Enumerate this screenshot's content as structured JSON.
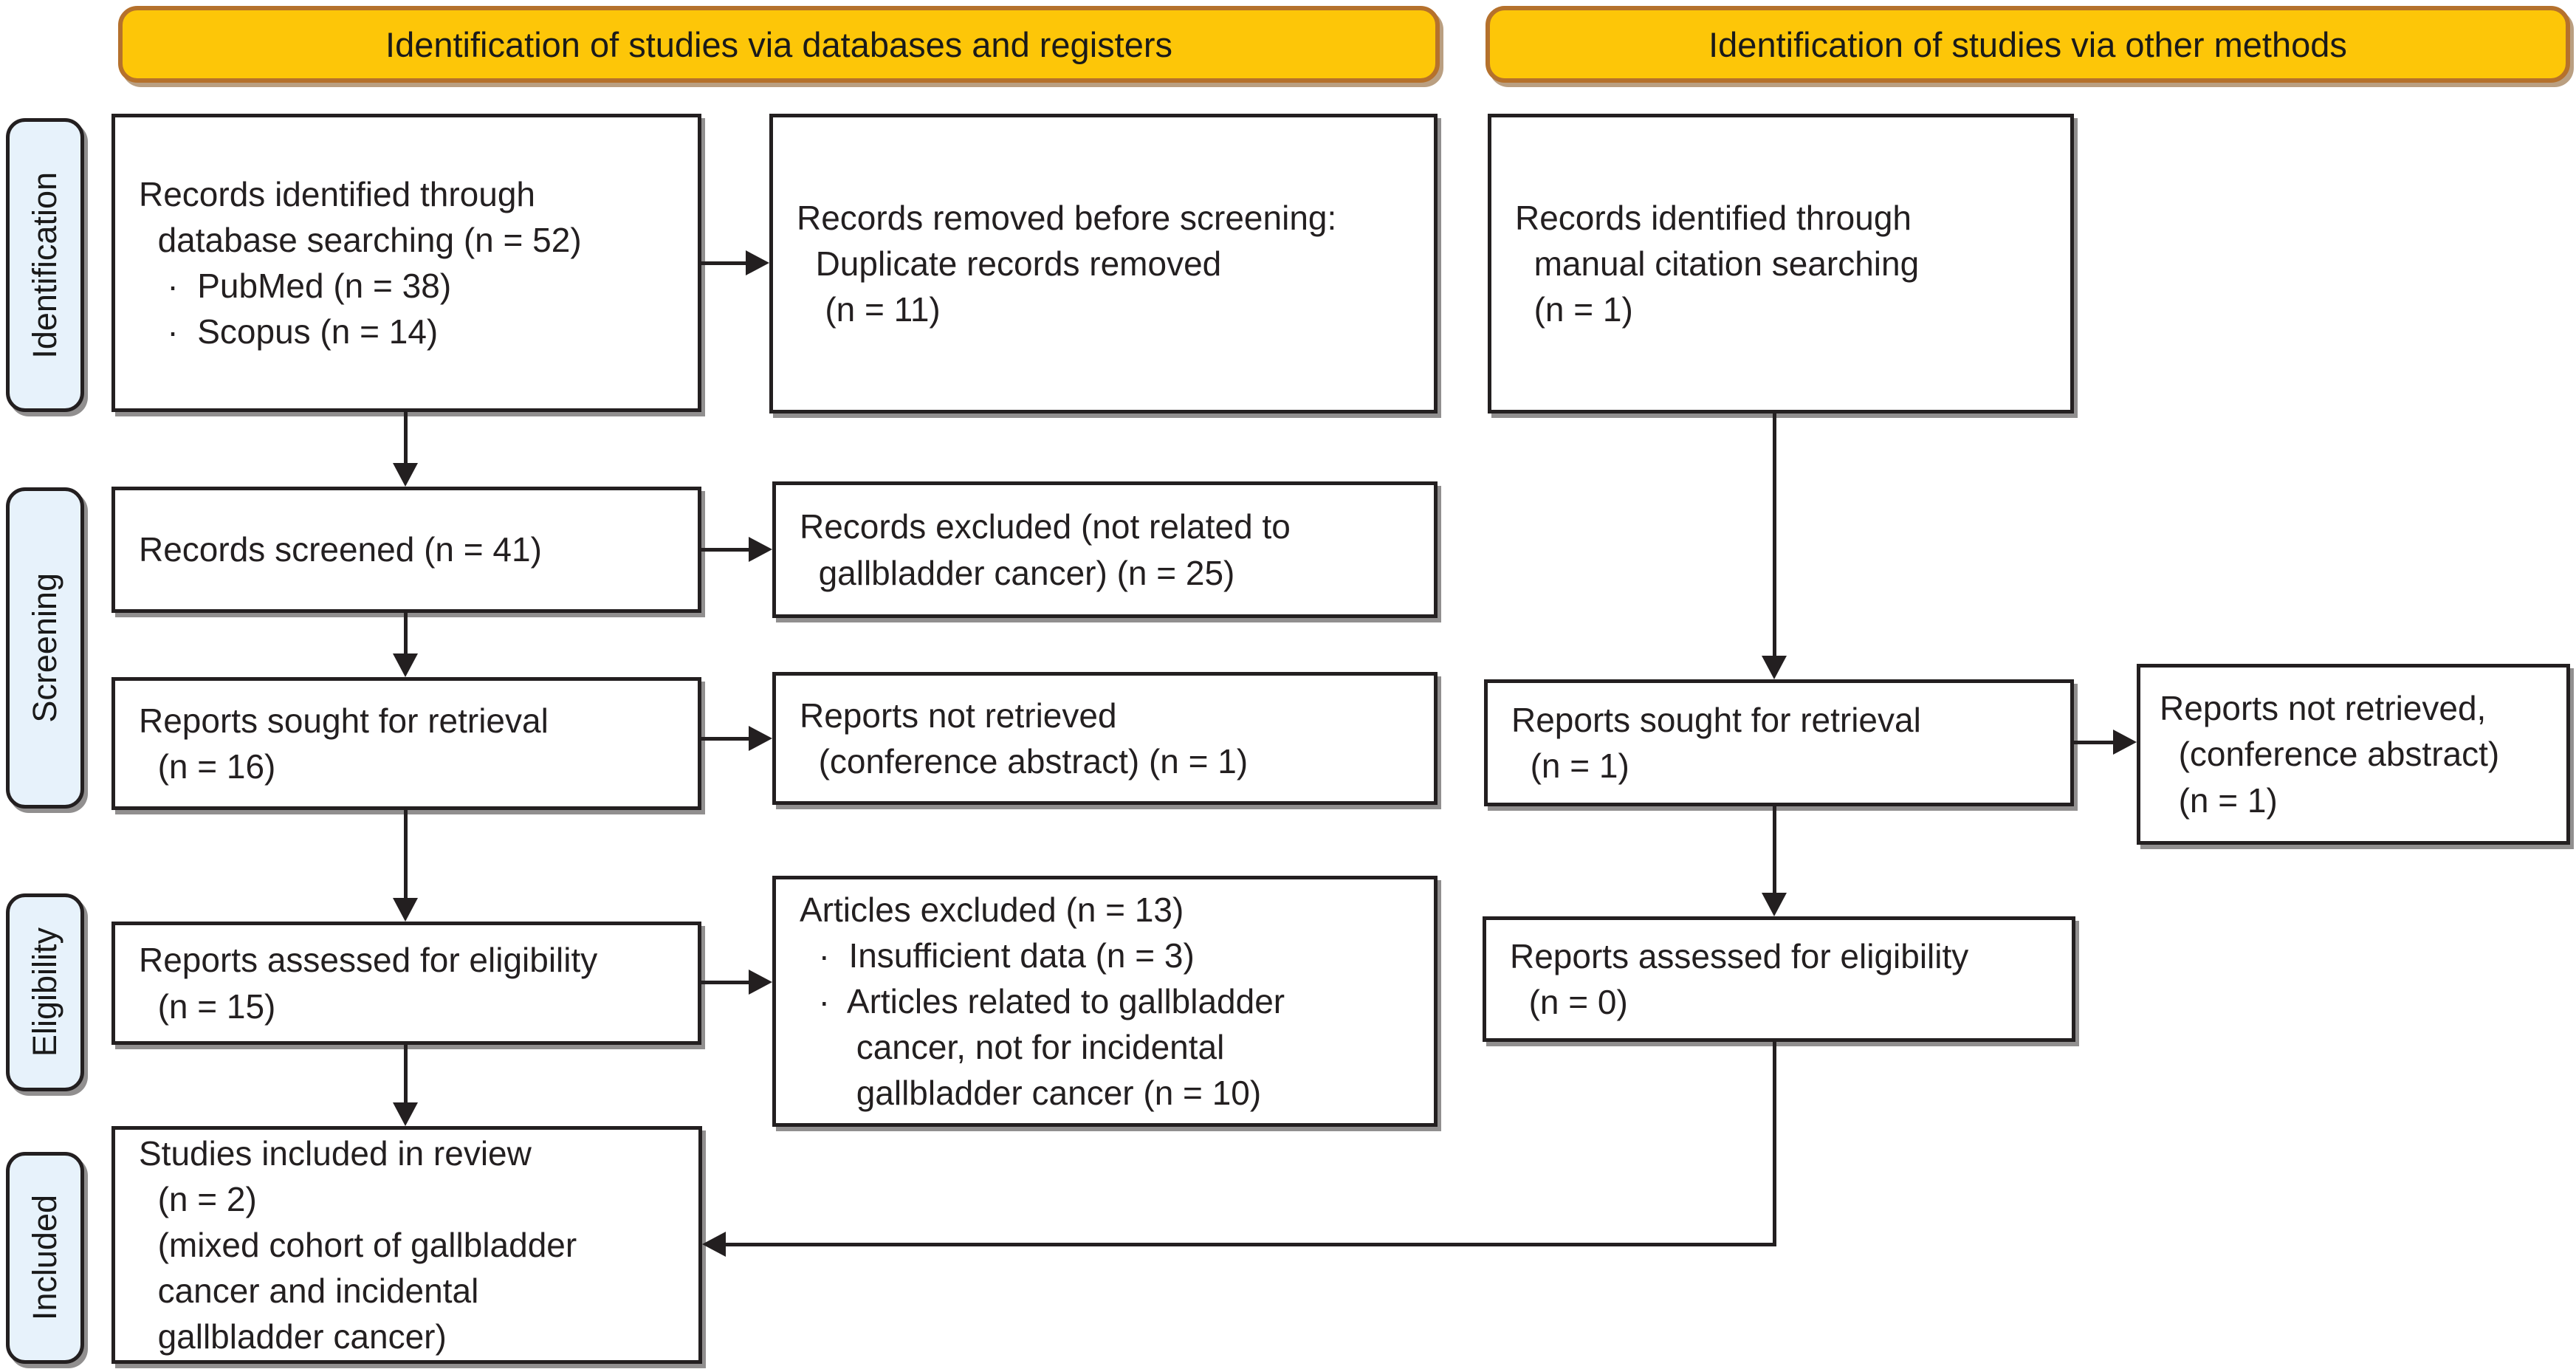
{
  "headers": {
    "databases": "Identification of studies via databases and registers",
    "other": "Identification of studies via other methods"
  },
  "sidebar": {
    "identification": "Identification",
    "screening": "Screening",
    "eligibility": "Eligibility",
    "included": "Included"
  },
  "boxes": {
    "db_identified": "Records identified through\n  database searching (n = 52)\n   ·  PubMed (n = 38)\n   ·  Scopus (n = 14)",
    "removed_before_screening": "Records removed before screening:\n  Duplicate records removed\n   (n = 11)",
    "manual_identified": "Records identified through\n  manual citation searching\n  (n = 1)",
    "records_screened": "Records screened (n = 41)",
    "records_excluded": "Records excluded (not related to\n  gallbladder cancer) (n = 25)",
    "reports_sought_db": "Reports sought for retrieval\n  (n = 16)",
    "reports_not_retrieved_db": "Reports not retrieved\n  (conference abstract) (n = 1)",
    "reports_sought_other": "Reports sought for retrieval\n  (n = 1)",
    "reports_not_retrieved_other": "Reports not retrieved,\n  (conference abstract)\n  (n = 1)",
    "reports_assessed_db": "Reports assessed for eligibility\n  (n = 15)",
    "articles_excluded": "Articles excluded (n = 13)\n  ·  Insufficient data (n = 3)\n  ·  Articles related to gallbladder\n      cancer, not for incidental\n      gallbladder cancer (n = 10)",
    "reports_assessed_other": "Reports assessed for eligibility\n  (n = 0)",
    "studies_included": "Studies included in review\n  (n = 2)\n  (mixed cohort of gallbladder\n  cancer and incidental\n  gallbladder cancer)"
  },
  "colors": {
    "header-bg": "#fdc608",
    "header-border": "#b5712c",
    "sidebar-bg": "#e7f2fb",
    "ink": "#231f20"
  }
}
